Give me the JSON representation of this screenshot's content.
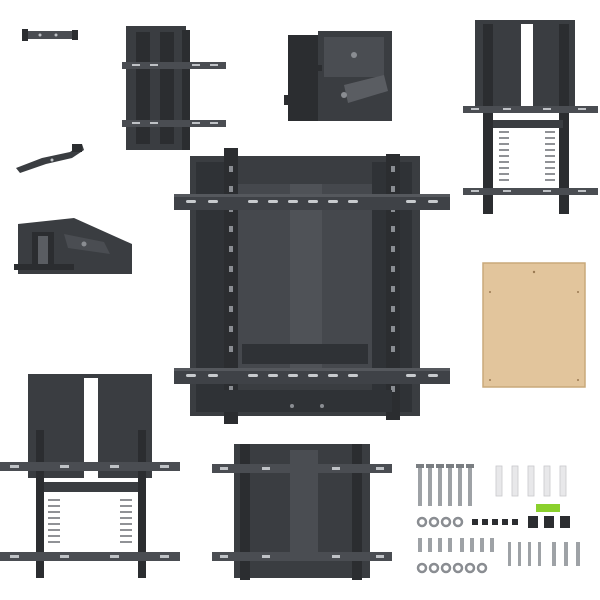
{
  "image": {
    "background": "#ffffff",
    "colors": {
      "metal_dark": "#2b2d30",
      "metal_mid": "#4a4d52",
      "metal_light": "#8a8d92",
      "slot": "#bfc2c6",
      "board": "#e2c59c",
      "board_edge": "#c9a97a",
      "level_green": "#8ad02c",
      "wood": "#d8c9a8"
    },
    "panels": [
      {
        "name": "small-bracket-plate"
      },
      {
        "name": "small-hook-arm"
      },
      {
        "name": "top-frame-view"
      },
      {
        "name": "detail-closeup-top"
      },
      {
        "name": "spring-mechanism-top"
      },
      {
        "name": "detail-closeup-left"
      },
      {
        "name": "main-mount-front"
      },
      {
        "name": "cardboard-template"
      },
      {
        "name": "spring-mechanism-bottom-left"
      },
      {
        "name": "frame-front-bottom-middle"
      },
      {
        "name": "hardware-kit"
      }
    ]
  }
}
